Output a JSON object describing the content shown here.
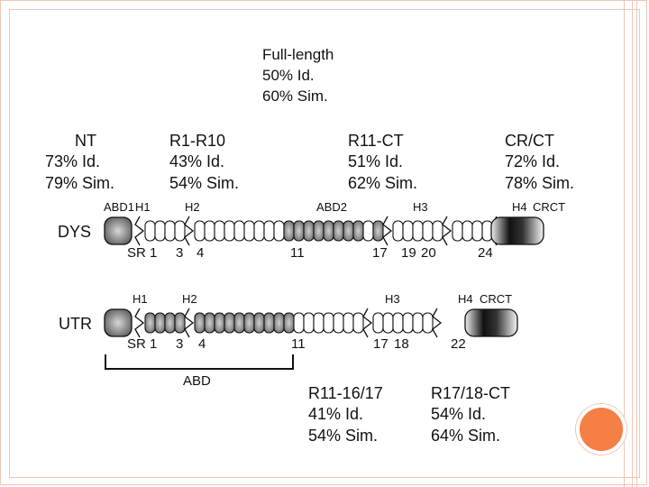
{
  "full_length": {
    "title": "Full-length",
    "id": "50% Id.",
    "sim": "60% Sim."
  },
  "dys_regions": [
    {
      "title": "NT",
      "id": "73% Id.",
      "sim": "79% Sim."
    },
    {
      "title": "R1-R10",
      "id": "43% Id.",
      "sim": "54% Sim."
    },
    {
      "title": "R11-CT",
      "id": "51% Id.",
      "sim": "62% Sim."
    },
    {
      "title": "CR/CT",
      "id": "72% Id.",
      "sim": "78% Sim."
    }
  ],
  "dys": {
    "label": "DYS",
    "top_labels": {
      "abd1": "ABD1",
      "h1": "H1",
      "h2": "H2",
      "abd2": "ABD2",
      "h3": "H3",
      "h4": "H4",
      "crct": "CRCT"
    },
    "bottom_labels": {
      "sr": "SR",
      "n1": "1",
      "n3": "3",
      "n4": "4",
      "n11": "11",
      "n17": "17",
      "n19": "19",
      "n20": "20",
      "n24": "24"
    }
  },
  "utr": {
    "label": "UTR",
    "top_labels": {
      "h1": "H1",
      "h2": "H2",
      "h3": "H3",
      "h4": "H4",
      "crct": "CRCT"
    },
    "bottom_labels": {
      "sr": "SR",
      "n1": "1",
      "n3": "3",
      "n4": "4",
      "n11": "11",
      "n17": "17",
      "n18": "18",
      "n22": "22"
    }
  },
  "abd_bracket_label": "ABD",
  "utr_regions": [
    {
      "title": "R11-16/17",
      "id": "41% Id.",
      "sim": "54% Sim."
    },
    {
      "title": "R17/18-CT",
      "id": "54% Id.",
      "sim": "64% Sim."
    }
  ],
  "colors": {
    "frame": "#f2c6b4",
    "accent_dot": "#f57f44",
    "repeat_dark": "#8a8a8a"
  }
}
